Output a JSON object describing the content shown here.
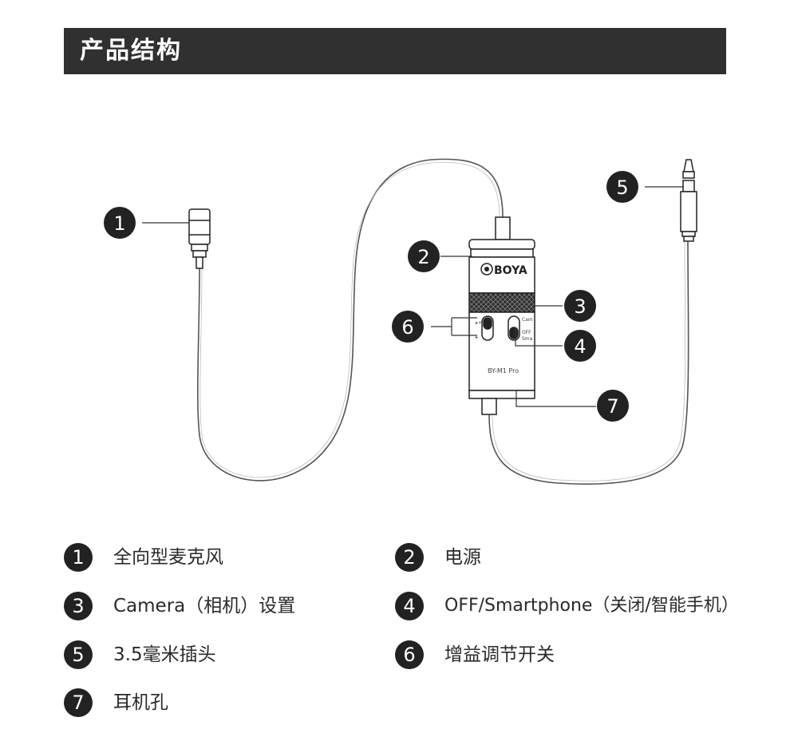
{
  "header": {
    "title": "产品结构"
  },
  "device": {
    "brand": "BOYA",
    "model": "BY-M1 Pro",
    "switch_camera_label": "Cam",
    "switch_off_label": "OFF",
    "switch_smartphone_label": "Sma"
  },
  "callouts": [
    "1",
    "2",
    "3",
    "4",
    "5",
    "6",
    "7"
  ],
  "legend": [
    {
      "num": "1",
      "label": "全向型麦克风"
    },
    {
      "num": "2",
      "label": "电源"
    },
    {
      "num": "3",
      "label": "Camera（相机）设置"
    },
    {
      "num": "4",
      "label": "OFF/Smartphone（关闭/智能手机）"
    },
    {
      "num": "5",
      "label": "3.5毫米插头"
    },
    {
      "num": "6",
      "label": "增益调节开关"
    },
    {
      "num": "7",
      "label": "耳机孔"
    }
  ]
}
